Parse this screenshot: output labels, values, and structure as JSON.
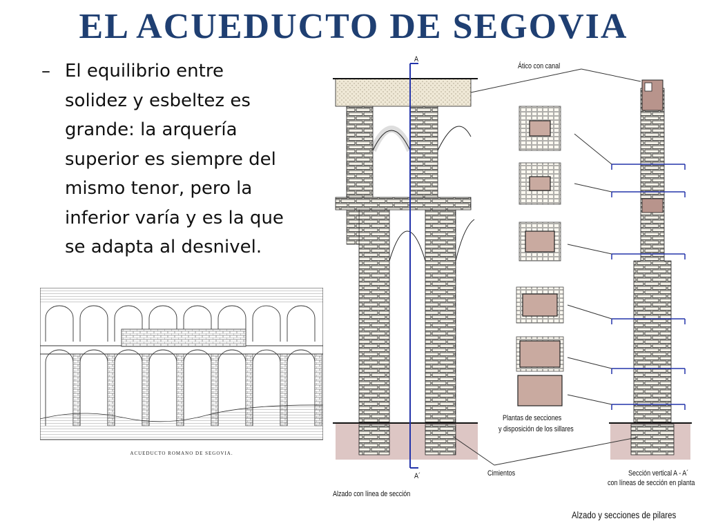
{
  "slide": {
    "title": "EL ACUEDUCTO DE SEGOVIA",
    "bullet_marker": "–",
    "bullet_lines": [
      "El equilibrio entre",
      "solidez y esbeltez es",
      "grande: la arquería",
      "superior es siempre del",
      "mismo tenor, pero la",
      "inferior varía y es la que",
      "se adapta al desnivel."
    ]
  },
  "engraving": {
    "caption": "ACUEDUCTO ROMANO DE SEGOVIA."
  },
  "diagram": {
    "labels": {
      "section_a_top": "A",
      "section_a_bottom": "A´",
      "atico": "Ático con canal",
      "plantas_line1": "Plantas de secciones",
      "plantas_line2": "y disposición de los sillares",
      "cimientos": "Cimientos",
      "alzado_linea": "Alzado con línea de sección",
      "seccion_line1": "Sección vertical A - A´",
      "seccion_line2": "con líneas de sección en planta",
      "alzado_secciones": "Alzado y secciones de pilares"
    },
    "colors": {
      "title": "#1f3f72",
      "section_line": "#2233aa",
      "stone_fill": "#f2efe6",
      "foundation": "#d9c2c0",
      "block_fill": "#c9aaa0"
    }
  }
}
